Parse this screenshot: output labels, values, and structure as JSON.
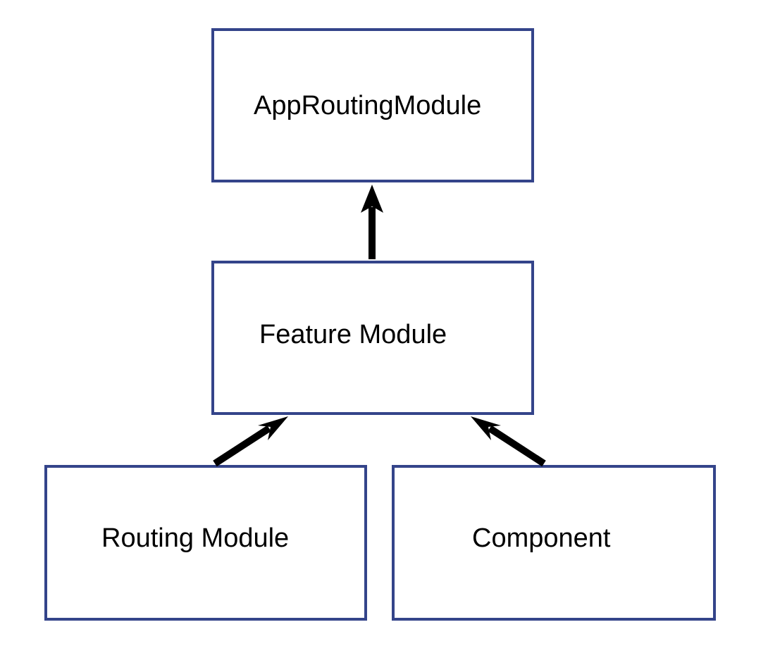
{
  "nodes": {
    "app_routing_module": {
      "label": "AppRoutingModule"
    },
    "feature_module": {
      "label": "Feature Module"
    },
    "routing_module": {
      "label": "Routing Module"
    },
    "component": {
      "label": "Component"
    }
  },
  "edges": [
    {
      "from": "feature_module",
      "to": "app_routing_module"
    },
    {
      "from": "routing_module",
      "to": "feature_module"
    },
    {
      "from": "component",
      "to": "feature_module"
    }
  ],
  "colors": {
    "box_border": "#34448a",
    "arrow": "#000000",
    "text": "#000000",
    "background": "#ffffff"
  }
}
